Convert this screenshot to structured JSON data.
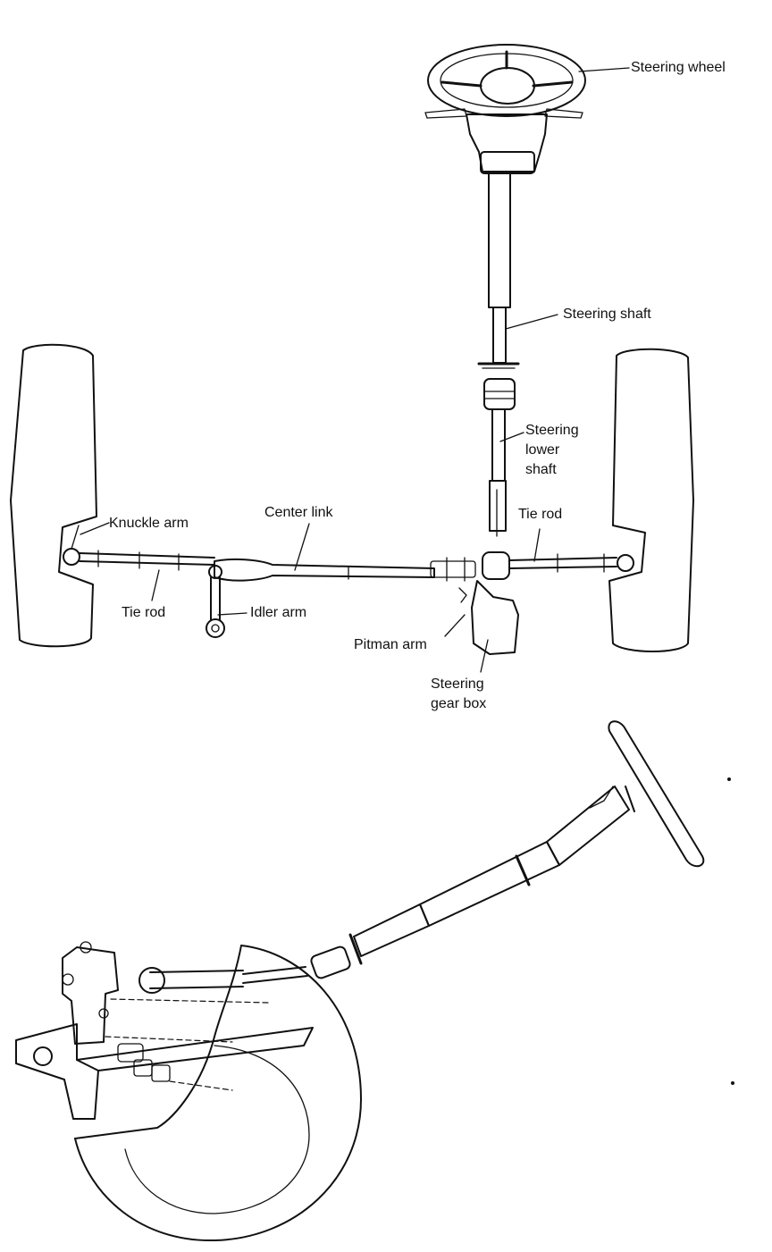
{
  "labels": {
    "steering_wheel": "Steering wheel",
    "steering_shaft": "Steering shaft",
    "steering_lower_shaft_1": "Steering",
    "steering_lower_shaft_2": "lower",
    "steering_lower_shaft_3": "shaft",
    "knuckle_arm": "Knuckle arm",
    "center_link": "Center link",
    "tie_rod_right": "Tie rod",
    "tie_rod_left": "Tie rod",
    "idler_arm": "Idler arm",
    "pitman_arm": "Pitman arm",
    "steering_gear_box_1": "Steering",
    "steering_gear_box_2": "gear box"
  }
}
